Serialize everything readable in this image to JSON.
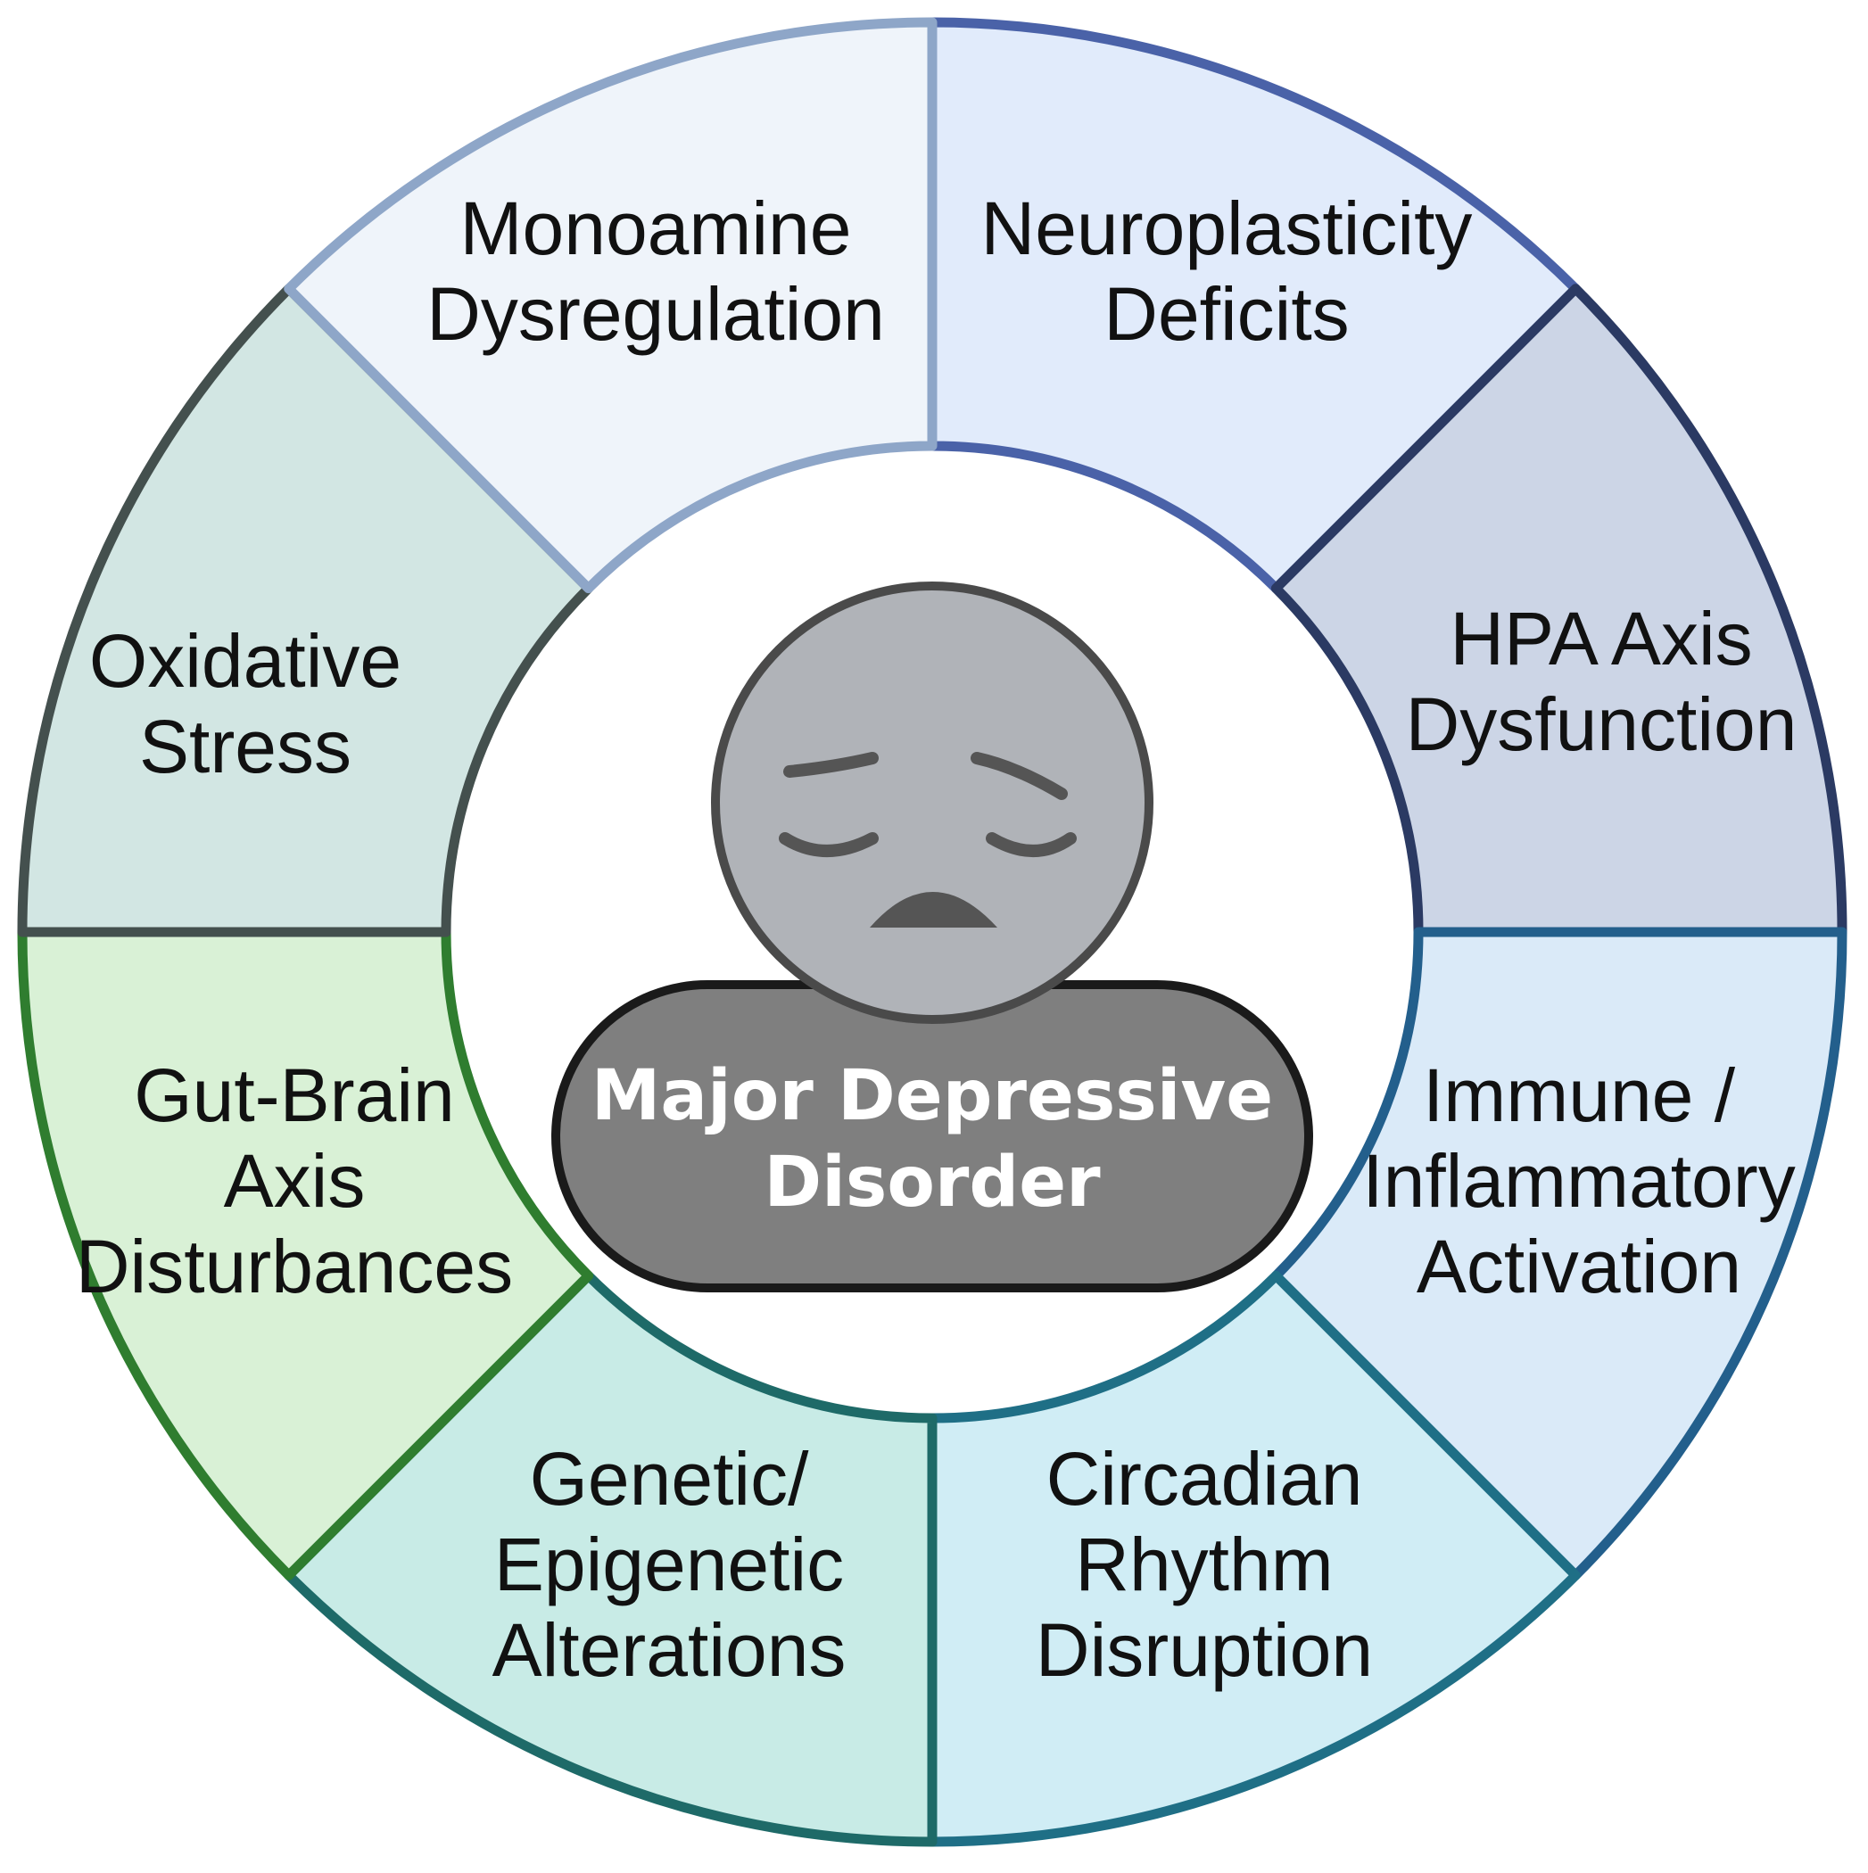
{
  "center": {
    "line1": "Major Depressive",
    "line2": "Disorder",
    "body_color": "#7f7f7f",
    "head_color": "#b0b3b8",
    "outline_color": "#1a1a1a",
    "icon": "sad-face-icon"
  },
  "segments": [
    {
      "key": "monoamine",
      "lines": [
        "Monoamine",
        "Dysregulation"
      ],
      "fill": "#e1ebfb",
      "stroke": "#4a62a8"
    },
    {
      "key": "neuroplasticity",
      "lines": [
        "Neuroplasticity",
        "Deficits"
      ],
      "fill": "#ccd5e6",
      "stroke": "#2b3a63"
    },
    {
      "key": "hpa",
      "lines": [
        "HPA Axis",
        "Dysfunction"
      ],
      "fill": "#daeaf8",
      "stroke": "#235f8c"
    },
    {
      "key": "immune",
      "lines": [
        "Immune /",
        "Inflammatory",
        "Activation"
      ],
      "fill": "#d0edf5",
      "stroke": "#1f6f86"
    },
    {
      "key": "circadian",
      "lines": [
        "Circadian",
        "Rhythm",
        "Disruption"
      ],
      "fill": "#c8ebe6",
      "stroke": "#1e6a68"
    },
    {
      "key": "genetic",
      "lines": [
        "Genetic/",
        "Epigenetic",
        "Alterations"
      ],
      "fill": "#d9f1d6",
      "stroke": "#2f7d2f"
    },
    {
      "key": "gut-brain",
      "lines": [
        "Gut-Brain",
        "Axis",
        "Disturbances"
      ],
      "fill": "#d2e6e3",
      "stroke": "#44504e"
    },
    {
      "key": "oxidative",
      "lines": [
        "Oxidative",
        "Stress"
      ],
      "fill": "#eff4fa",
      "stroke": "#8ea6c8"
    }
  ]
}
